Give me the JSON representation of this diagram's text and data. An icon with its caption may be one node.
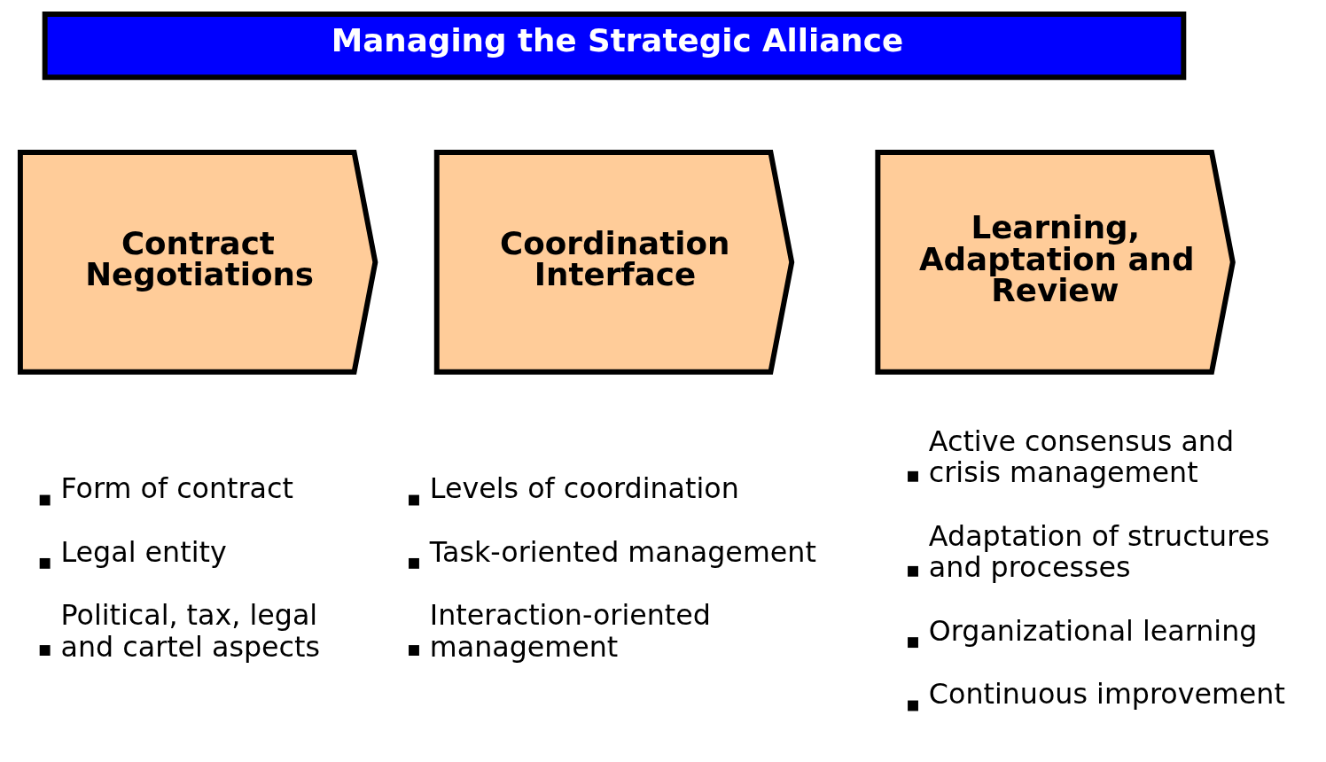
{
  "diagram": {
    "nodes": [
      {
        "text": [
          "Managing the Strategic Alliance"
        ]
      },
      {
        "text": [
          "Contract Negotiations"
        ],
        "beside": [
          "Form of contract",
          "Legal entity",
          "Political, tax, legal and cartel aspects"
        ]
      },
      {
        "text": [
          "Coordination Interface"
        ],
        "beside": [
          "Levels of coordination",
          "Task-oriented management",
          "Interaction-oriented management"
        ]
      },
      {
        "text": [
          "Learning, Adaptation and Review"
        ],
        "beside": [
          "Active consensus and crisis management",
          "Adaptation of structures and processes",
          "Organizational learning",
          "Continuous improvement"
        ]
      }
    ],
    "edges": []
  }
}
